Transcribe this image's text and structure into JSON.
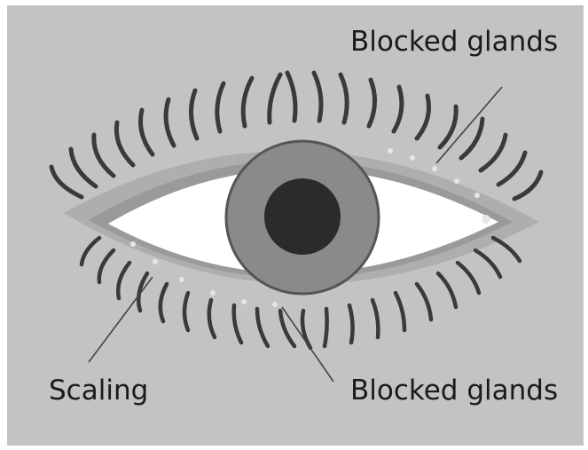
{
  "labels": {
    "blocked_glands_top": "Blocked glands",
    "scaling": "Scaling",
    "blocked_glands_bottom": "Blocked glands"
  },
  "colors": {
    "background": "#c3c3c3",
    "lid_margin": "#9a9a9a",
    "lid_shadow": "#aeaeae",
    "sclera": "#ffffff",
    "iris": "#8a8a8a",
    "iris_ring": "#555555",
    "pupil": "#2b2b2b",
    "lashes": "#3a3a3a",
    "leader_lines": "#444444",
    "text": "#1a1a1a"
  }
}
